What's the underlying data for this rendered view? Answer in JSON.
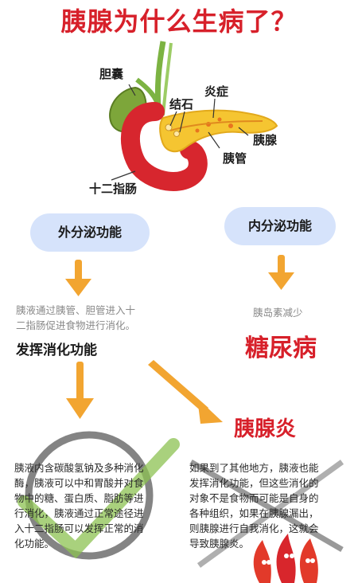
{
  "title": "胰腺为什么生病了？",
  "anatomy": {
    "gallbladder": "胆囊",
    "stone": "结石",
    "inflammation": "炎症",
    "pancreas": "胰腺",
    "pancreatic_duct": "胰管",
    "duodenum": "十二指肠"
  },
  "exocrine": {
    "label": "外分泌功能",
    "desc_line1": "胰液通过胰管、胆管进入十",
    "desc_line2": "二指肠促进食物进行消化。",
    "result": "发挥消化功能",
    "detail_lines": [
      "胰液内含碳酸氢钠及多种消化",
      "酶，胰液可以中和胃酸并对食",
      "物中的糖、蛋白质、脂肪等进",
      "行消化，胰液通过正常途径进",
      "入十二指肠可以发挥正常的消",
      "化功能。"
    ]
  },
  "endocrine": {
    "label": "内分泌功能",
    "desc": "胰岛素减少",
    "result": "糖尿病"
  },
  "pancreatitis": {
    "label": "胰腺炎",
    "detail_lines": [
      "如果到了其他地方，胰液也能",
      "发挥消化功能，但这些消化的",
      "对象不是食物而可能是自身的",
      "各种组织，如果在胰腺漏出，",
      "则胰腺进行自我消化，这就会",
      "导致胰腺炎。"
    ]
  },
  "colors": {
    "title_red": "#d7202a",
    "pill_blue": "#d6e3fb",
    "arrow_orange": "#f2a531",
    "check_green": "#8cc152"
  }
}
